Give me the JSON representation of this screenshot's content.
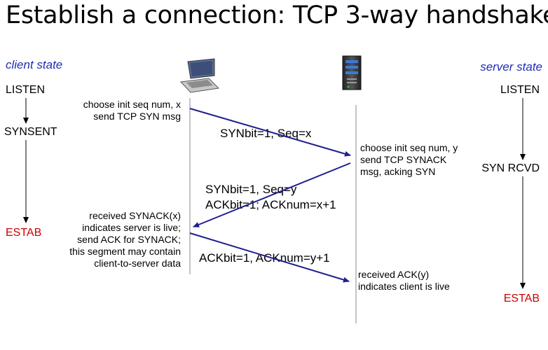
{
  "title": "Establish a connection: TCP 3-way handshake",
  "client": {
    "label": "client state",
    "states": [
      "LISTEN",
      "SYNSENT",
      "ESTAB"
    ],
    "icon": "laptop-icon"
  },
  "server": {
    "label": "server state",
    "states": [
      "LISTEN",
      "SYN RCVD",
      "ESTAB"
    ],
    "icon": "server-icon"
  },
  "notes": {
    "client_1": [
      "choose init seq num, x",
      "send TCP SYN msg"
    ],
    "server_1": [
      "choose init seq num, y",
      "send TCP SYNACK",
      "msg, acking SYN"
    ],
    "client_2": [
      "received SYNACK(x)",
      "indicates server is live;",
      "send ACK for SYNACK;",
      "this segment may contain",
      "client-to-server data"
    ],
    "server_2": [
      "received ACK(y)",
      "indicates client is live"
    ]
  },
  "messages": {
    "syn": "SYNbit=1, Seq=x",
    "synack_1": "SYNbit=1, Seq=y",
    "synack_2": "ACKbit=1; ACKnum=x+1",
    "ack": "ACKbit=1, ACKnum=y+1"
  },
  "colors": {
    "arrow": "#1f1f8f",
    "estab": "#cc0000",
    "italic_label": "#1f2db5"
  }
}
